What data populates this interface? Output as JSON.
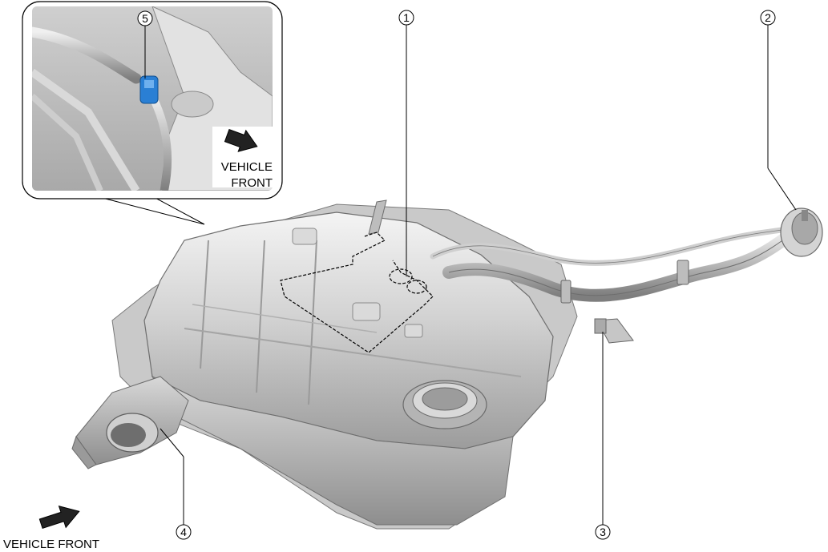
{
  "inset": {
    "direction_line1": "VEHICLE",
    "direction_line2": "FRONT"
  },
  "main": {
    "direction_label": "VEHICLE FRONT"
  },
  "callouts": [
    {
      "id": "1",
      "label": "1"
    },
    {
      "id": "2",
      "label": "2"
    },
    {
      "id": "3",
      "label": "3"
    },
    {
      "id": "4",
      "label": "4"
    },
    {
      "id": "5",
      "label": "5"
    }
  ],
  "colors": {
    "metal_light": "#e6e6e6",
    "metal_mid": "#bdbdbd",
    "metal_dark": "#8a8a8a",
    "connector_blue": "#2a7fd4"
  }
}
